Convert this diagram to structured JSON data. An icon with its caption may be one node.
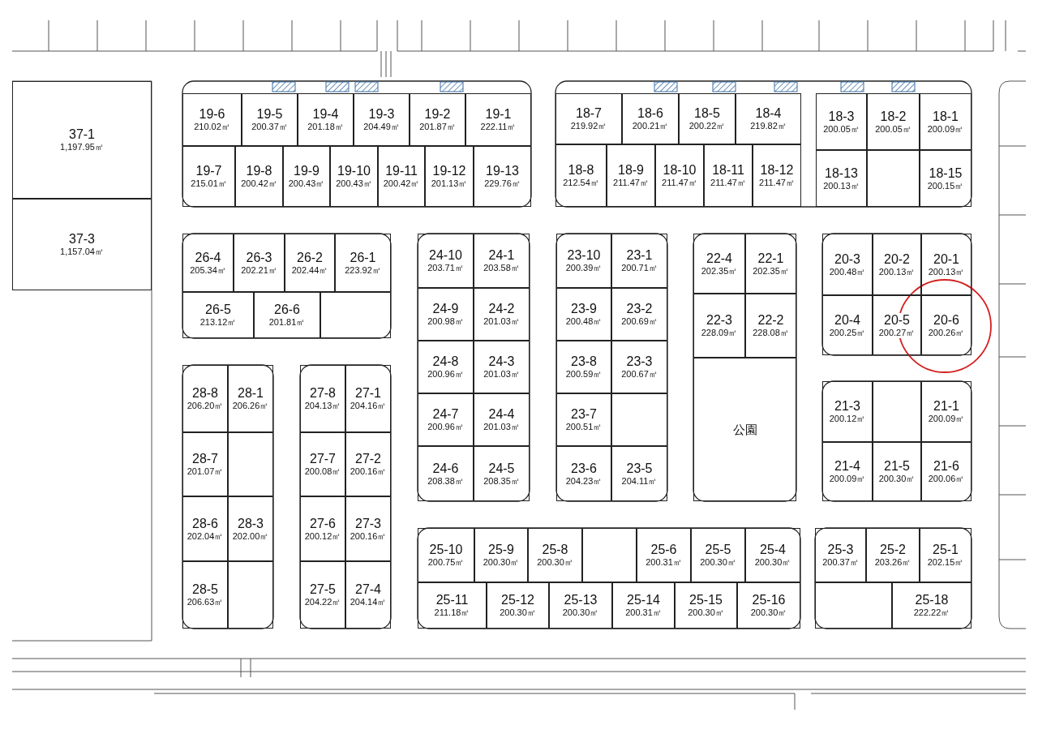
{
  "diagram": {
    "nodes": [
      {
        "text": [
          "37-1",
          "1,197.95㎡"
        ]
      },
      {
        "text": [
          "37-3",
          "1,157.04㎡"
        ]
      },
      {
        "text": [
          "19-6",
          "210.02㎡"
        ]
      },
      {
        "text": [
          "19-5",
          "200.37㎡"
        ]
      },
      {
        "text": [
          "19-4",
          "201.18㎡"
        ]
      },
      {
        "text": [
          "19-3",
          "204.49㎡"
        ]
      },
      {
        "text": [
          "19-2",
          "201.87㎡"
        ]
      },
      {
        "text": [
          "19-1",
          "222.11㎡"
        ]
      },
      {
        "text": [
          "19-7",
          "215.01㎡"
        ]
      },
      {
        "text": [
          "19-8",
          "200.42㎡"
        ]
      },
      {
        "text": [
          "19-9",
          "200.43㎡"
        ]
      },
      {
        "text": [
          "19-10",
          "200.43㎡"
        ]
      },
      {
        "text": [
          "19-11",
          "200.42㎡"
        ]
      },
      {
        "text": [
          "19-12",
          "201.13㎡"
        ]
      },
      {
        "text": [
          "19-13",
          "229.76㎡"
        ]
      },
      {
        "text": [
          "18-7",
          "219.92㎡"
        ]
      },
      {
        "text": [
          "18-6",
          "200.21㎡"
        ]
      },
      {
        "text": [
          "18-5",
          "200.22㎡"
        ]
      },
      {
        "text": [
          "18-4",
          "219.82㎡"
        ]
      },
      {
        "text": [
          "18-8",
          "212.54㎡"
        ]
      },
      {
        "text": [
          "18-9",
          "211.47㎡"
        ]
      },
      {
        "text": [
          "18-10",
          "211.47㎡"
        ]
      },
      {
        "text": [
          "18-11",
          "211.47㎡"
        ]
      },
      {
        "text": [
          "18-12",
          "211.47㎡"
        ]
      },
      {
        "text": [
          "18-3",
          "200.05㎡"
        ]
      },
      {
        "text": [
          "18-2",
          "200.05㎡"
        ]
      },
      {
        "text": [
          "18-1",
          "200.09㎡"
        ]
      },
      {
        "text": [
          "18-13",
          "200.13㎡"
        ]
      },
      {
        "text": [],
        "shape": "box"
      },
      {
        "text": [
          "18-15",
          "200.15㎡"
        ]
      },
      {
        "text": [
          "26-4",
          "205.34㎡"
        ]
      },
      {
        "text": [
          "26-3",
          "202.21㎡"
        ]
      },
      {
        "text": [
          "26-2",
          "202.44㎡"
        ]
      },
      {
        "text": [
          "26-1",
          "223.92㎡"
        ]
      },
      {
        "text": [
          "26-5",
          "213.12㎡"
        ]
      },
      {
        "text": [
          "26-6",
          "201.81㎡"
        ]
      },
      {
        "text": [],
        "shape": "box"
      },
      {
        "text": [
          "24-10",
          "203.71㎡"
        ]
      },
      {
        "text": [
          "24-1",
          "203.58㎡"
        ]
      },
      {
        "text": [
          "24-9",
          "200.98㎡"
        ]
      },
      {
        "text": [
          "24-2",
          "201.03㎡"
        ]
      },
      {
        "text": [
          "24-8",
          "200.96㎡"
        ]
      },
      {
        "text": [
          "24-3",
          "201.03㎡"
        ]
      },
      {
        "text": [
          "24-7",
          "200.96㎡"
        ]
      },
      {
        "text": [
          "24-4",
          "201.03㎡"
        ]
      },
      {
        "text": [
          "24-6",
          "208.38㎡"
        ]
      },
      {
        "text": [
          "24-5",
          "208.35㎡"
        ]
      },
      {
        "text": [
          "23-10",
          "200.39㎡"
        ]
      },
      {
        "text": [
          "23-1",
          "200.71㎡"
        ]
      },
      {
        "text": [
          "23-9",
          "200.48㎡"
        ]
      },
      {
        "text": [
          "23-2",
          "200.69㎡"
        ]
      },
      {
        "text": [
          "23-8",
          "200.59㎡"
        ]
      },
      {
        "text": [
          "23-3",
          "200.67㎡"
        ]
      },
      {
        "text": [
          "23-7",
          "200.51㎡"
        ]
      },
      {
        "text": [],
        "shape": "box"
      },
      {
        "text": [
          "23-6",
          "204.23㎡"
        ]
      },
      {
        "text": [
          "23-5",
          "204.11㎡"
        ]
      },
      {
        "text": [
          "22-4",
          "202.35㎡"
        ]
      },
      {
        "text": [
          "22-1",
          "202.35㎡"
        ]
      },
      {
        "text": [
          "22-3",
          "228.09㎡"
        ]
      },
      {
        "text": [
          "22-2",
          "228.08㎡"
        ]
      },
      {
        "text": [
          "公園"
        ]
      },
      {
        "text": [
          "20-3",
          "200.48㎡"
        ]
      },
      {
        "text": [
          "20-2",
          "200.13㎡"
        ]
      },
      {
        "text": [
          "20-1",
          "200.13㎡"
        ]
      },
      {
        "text": [
          "20-4",
          "200.25㎡"
        ]
      },
      {
        "text": [
          "20-5",
          "200.27㎡"
        ]
      },
      {
        "text": [
          "20-6",
          "200.26㎡"
        ]
      },
      {
        "text": [
          "21-3",
          "200.12㎡"
        ]
      },
      {
        "text": [],
        "shape": "box"
      },
      {
        "text": [
          "21-1",
          "200.09㎡"
        ]
      },
      {
        "text": [
          "21-4",
          "200.09㎡"
        ]
      },
      {
        "text": [
          "21-5",
          "200.30㎡"
        ]
      },
      {
        "text": [
          "21-6",
          "200.06㎡"
        ]
      },
      {
        "text": [
          "28-8",
          "206.20㎡"
        ]
      },
      {
        "text": [
          "28-1",
          "206.26㎡"
        ]
      },
      {
        "text": [
          "28-7",
          "201.07㎡"
        ]
      },
      {
        "text": [],
        "shape": "box"
      },
      {
        "text": [
          "28-6",
          "202.04㎡"
        ]
      },
      {
        "text": [
          "28-3",
          "202.00㎡"
        ]
      },
      {
        "text": [
          "28-5",
          "206.63㎡"
        ]
      },
      {
        "text": [],
        "shape": "box"
      },
      {
        "text": [
          "27-8",
          "204.13㎡"
        ]
      },
      {
        "text": [
          "27-1",
          "204.16㎡"
        ]
      },
      {
        "text": [
          "27-7",
          "200.08㎡"
        ]
      },
      {
        "text": [
          "27-2",
          "200.16㎡"
        ]
      },
      {
        "text": [
          "27-6",
          "200.12㎡"
        ]
      },
      {
        "text": [
          "27-3",
          "200.16㎡"
        ]
      },
      {
        "text": [
          "27-5",
          "204.22㎡"
        ]
      },
      {
        "text": [
          "27-4",
          "204.14㎡"
        ]
      },
      {
        "text": [
          "25-10",
          "200.75㎡"
        ]
      },
      {
        "text": [
          "25-9",
          "200.30㎡"
        ]
      },
      {
        "text": [
          "25-8",
          "200.30㎡"
        ]
      },
      {
        "text": [],
        "shape": "box"
      },
      {
        "text": [
          "25-6",
          "200.31㎡"
        ]
      },
      {
        "text": [
          "25-5",
          "200.30㎡"
        ]
      },
      {
        "text": [
          "25-4",
          "200.30㎡"
        ]
      },
      {
        "text": [
          "25-11",
          "211.18㎡"
        ]
      },
      {
        "text": [
          "25-12",
          "200.30㎡"
        ]
      },
      {
        "text": [
          "25-13",
          "200.30㎡"
        ]
      },
      {
        "text": [
          "25-14",
          "200.31㎡"
        ]
      },
      {
        "text": [
          "25-15",
          "200.30㎡"
        ]
      },
      {
        "text": [
          "25-16",
          "200.30㎡"
        ]
      },
      {
        "text": [
          "25-3",
          "200.37㎡"
        ]
      },
      {
        "text": [
          "25-2",
          "203.26㎡"
        ]
      },
      {
        "text": [
          "25-1",
          "202.15㎡"
        ]
      },
      {
        "text": [],
        "shape": "box"
      },
      {
        "text": [
          "25-18",
          "222.22㎡"
        ]
      }
    ]
  }
}
